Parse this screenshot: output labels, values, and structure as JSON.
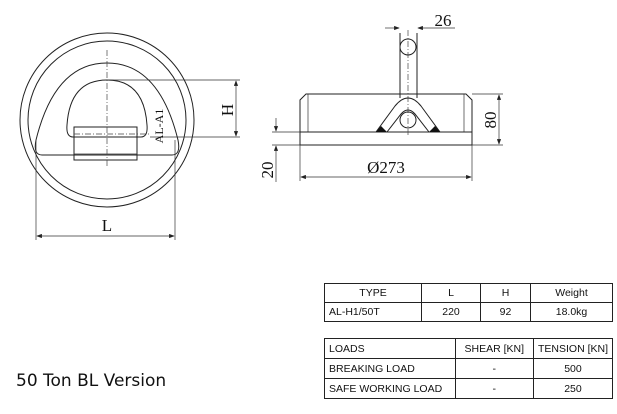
{
  "drawing": {
    "top_view": {
      "height_label": "H",
      "length_label": "L",
      "part_label": "AL-A1"
    },
    "side_view": {
      "rod_dia_label": "26",
      "height_label": "80",
      "diameter_label": "Ø273",
      "base_label": "20"
    }
  },
  "spec_table": {
    "headers": [
      "TYPE",
      "L",
      "H",
      "Weight"
    ],
    "rows": [
      [
        "AL-H1/50T",
        "220",
        "92",
        "18.0kg"
      ]
    ]
  },
  "load_table": {
    "headers": [
      "LOADS",
      "SHEAR [KN]",
      "TENSION [KN]"
    ],
    "rows": [
      [
        "BREAKING LOAD",
        "-",
        "500"
      ],
      [
        "SAFE WORKING LOAD",
        "-",
        "250"
      ]
    ]
  },
  "caption": "50 Ton BL Version"
}
